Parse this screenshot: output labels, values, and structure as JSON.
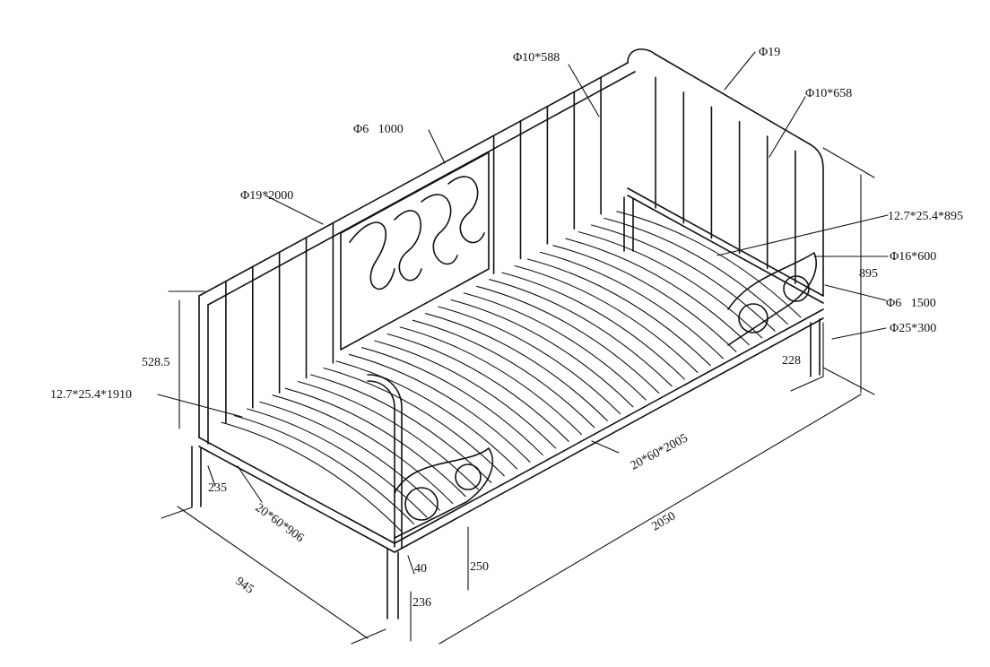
{
  "dimensions": {
    "top_rail_rod": "Φ10*588",
    "frame_tube": "Φ19",
    "end_rod": "Φ10*658",
    "scroll_rod": "Φ6   1000",
    "back_rail": "Φ19*2000",
    "end_slat_bar": "12.7*25.4*895",
    "end_post": "Φ16*600",
    "end_scroll": "Φ6   1500",
    "leg": "Φ25*300",
    "height_total": "895",
    "side_height": "528.5",
    "leg_right": "228",
    "long_slat_bar": "12.7*25.4*1910",
    "side_beam": "20*60*2005",
    "width_beam": "20*60*906",
    "leg_left": "235",
    "beam_height": "250",
    "gap": "40",
    "leg_front": "236",
    "width": "945",
    "length": "2050"
  }
}
